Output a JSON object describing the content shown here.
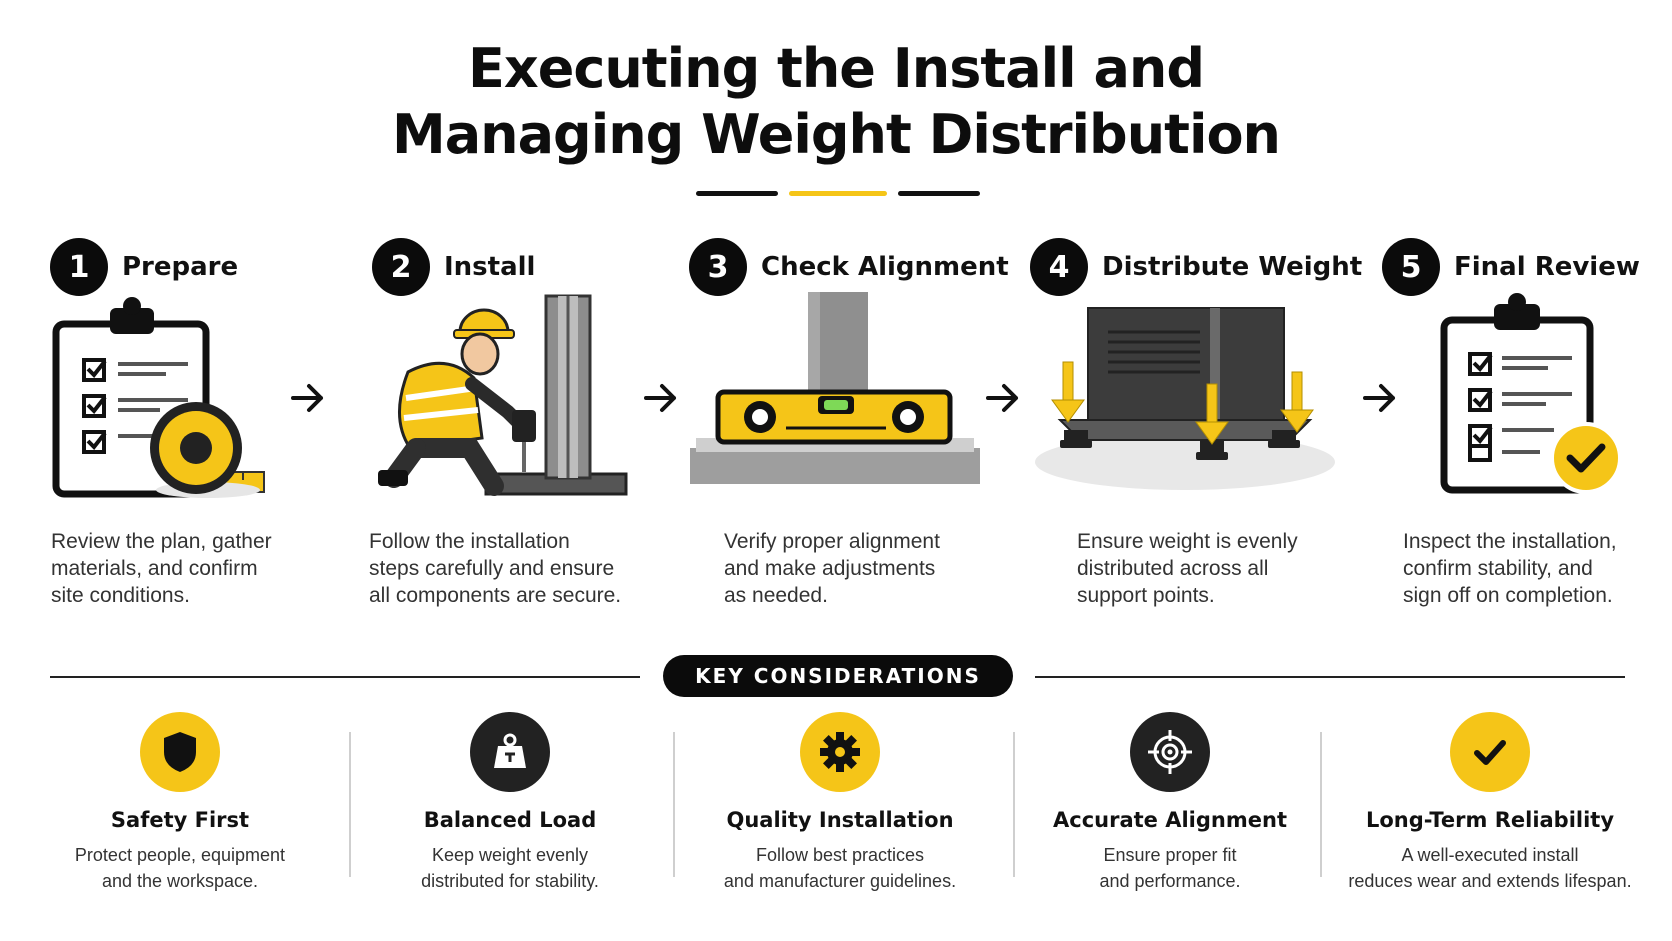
{
  "title": {
    "line1": "Executing the Install and",
    "line2": "Managing Weight Distribution"
  },
  "colors": {
    "accent": "#F5C518",
    "dark": "#0B0B0B",
    "text": "#333333"
  },
  "steps": [
    {
      "number": "1",
      "title": "Prepare",
      "icon": "clipboard-tape-measure-icon",
      "desc": [
        "Review the plan, gather",
        "materials, and confirm",
        "site conditions."
      ]
    },
    {
      "number": "2",
      "title": "Install",
      "icon": "worker-drilling-icon",
      "desc": [
        "Follow the installation",
        "steps carefully and ensure",
        "all components are secure."
      ]
    },
    {
      "number": "3",
      "title": "Check Alignment",
      "icon": "spirit-level-icon",
      "desc": [
        "Verify proper alignment",
        "and make adjustments",
        "as needed."
      ]
    },
    {
      "number": "4",
      "title": "Distribute Weight",
      "icon": "weight-distribution-icon",
      "desc": [
        "Ensure weight is evenly",
        "distributed across all",
        "support points."
      ]
    },
    {
      "number": "5",
      "title": "Final Review",
      "icon": "checklist-approved-icon",
      "desc": [
        "Inspect the installation,",
        "confirm stability, and",
        "sign off on completion."
      ]
    }
  ],
  "key_considerations": {
    "label": "KEY CONSIDERATIONS",
    "items": [
      {
        "title": "Safety First",
        "icon": "shield-icon",
        "desc": [
          "Protect people, equipment",
          "and the workspace."
        ]
      },
      {
        "title": "Balanced Load",
        "icon": "weight-icon",
        "desc": [
          "Keep weight evenly",
          "distributed for stability."
        ]
      },
      {
        "title": "Quality Installation",
        "icon": "gear-icon",
        "desc": [
          "Follow best practices",
          "and manufacturer guidelines."
        ]
      },
      {
        "title": "Accurate Alignment",
        "icon": "target-icon",
        "desc": [
          "Ensure proper fit",
          "and performance."
        ]
      },
      {
        "title": "Long-Term Reliability",
        "icon": "checkmark-icon",
        "desc": [
          "A well-executed install",
          "reduces wear and extends lifespan."
        ]
      }
    ]
  }
}
